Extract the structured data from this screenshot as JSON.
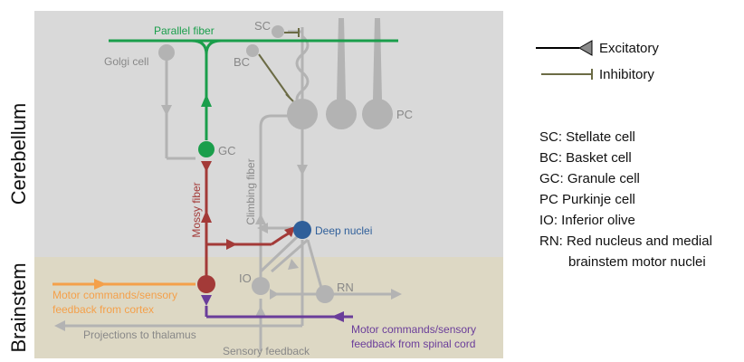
{
  "regions": {
    "cerebellum": "Cerebellum",
    "brainstem": "Brainstem"
  },
  "legend": {
    "excitatory": "Excitatory",
    "inhibitory": "Inhibitory"
  },
  "abbreviations": [
    "SC: Stellate cell",
    "BC: Basket cell",
    "GC: Granule cell",
    "PC Purkinje cell",
    "IO: Inferior olive",
    "RN: Red nucleus and medial",
    "brainstem motor nuclei"
  ],
  "labels": {
    "parallel_fiber": "Parallel fiber",
    "sc": "SC",
    "golgi_cell": "Golgi cell",
    "bc": "BC",
    "pc": "PC",
    "gc": "GC",
    "climbing_fiber": "Climbing fiber",
    "mossy_fiber": "Mossy fiber",
    "deep_nuclei": "Deep nuclei",
    "io": "IO",
    "rn": "RN",
    "motor_cortex_1": "Motor commands/sensory",
    "motor_cortex_2": "feedback from cortex",
    "motor_spinal_1": "Motor commands/sensory",
    "motor_spinal_2": "feedback from spinal cord",
    "projections_thalamus": "Projections to thalamus",
    "sensory_feedback": "Sensory feedback"
  },
  "colors": {
    "cerebellum_bg": "#d9d9d9",
    "brainstem_bg": "#ddd8c4",
    "parallel_fiber": "#1a9e4b",
    "gray_path": "#b3b3b3",
    "mossy_fiber": "#a33a38",
    "deep_nuclei": "#2f5f9a",
    "cortex_input": "#f4a04a",
    "spinal_input": "#6a3d9a",
    "inhibitory": "#6b6b45"
  }
}
